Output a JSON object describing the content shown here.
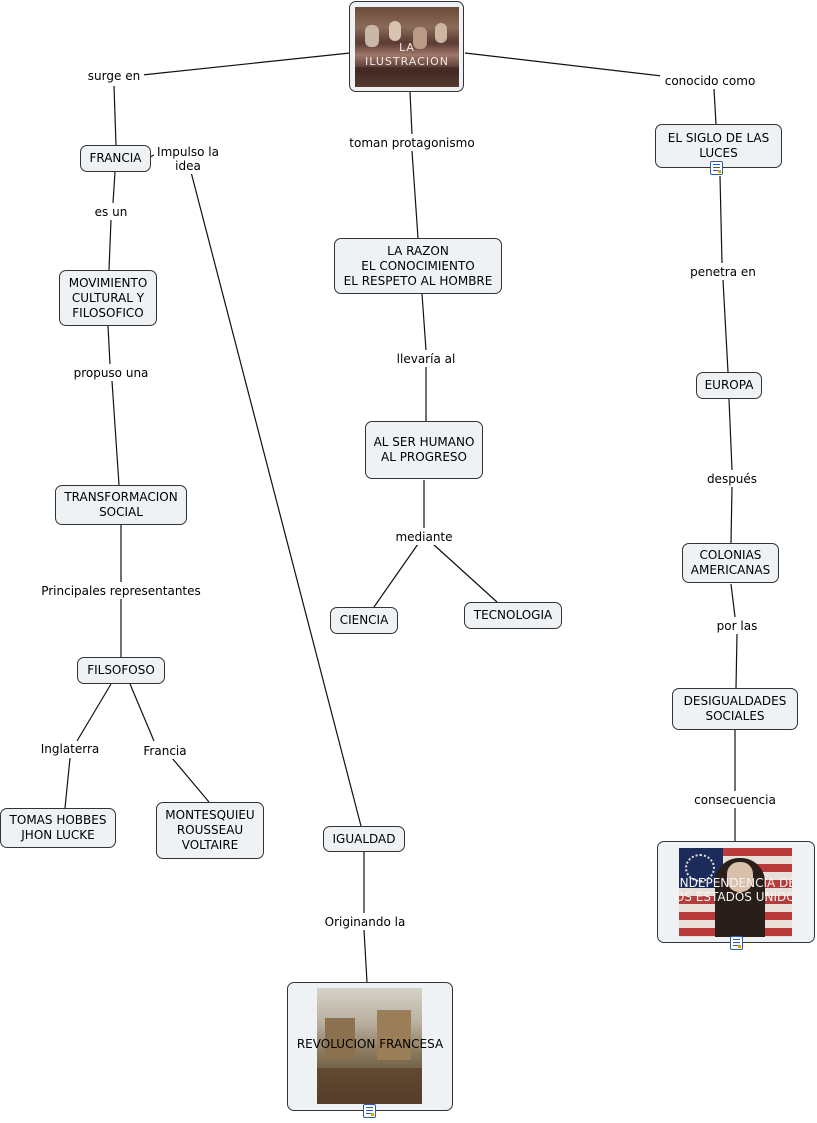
{
  "main_image": {
    "title": "LA ILUSTRACION"
  },
  "nodes": {
    "francia": "FRANCIA",
    "movimiento": "MOVIMIENTO\nCULTURAL Y\nFILOSOFICO",
    "transformacion": "TRANSFORMACION\nSOCIAL",
    "filsofoso": "FILSOFOSO",
    "tomas": "TOMAS HOBBES\nJHON LUCKE",
    "montesquieu": "MONTESQUIEU\nROUSSEAU\nVOLTAIRE",
    "igualdad": "IGUALDAD",
    "revolucion": "REVOLUCION FRANCESA",
    "razon": "LA RAZON\nEL CONOCIMIENTO\nEL RESPETO AL HOMBRE",
    "ser_humano": "AL SER HUMANO\nAL PROGRESO",
    "ciencia": "CIENCIA",
    "tecnologia": "TECNOLOGIA",
    "siglo": "EL SIGLO DE LAS\nLUCES",
    "europa": "EUROPA",
    "colonias": "COLONIAS\nAMERICANAS",
    "desigualdades": "DESIGUALDADES\nSOCIALES",
    "independencia": "INDEPENDENCIA DE\nLOS ESTADOS UNIDOS"
  },
  "labels": {
    "surge_en": "surge en",
    "es_un": "es un",
    "propuso_una": "propuso una",
    "principales": "Principales representantes",
    "inglaterra": "Inglaterra",
    "francia_lbl": "Francia",
    "impulso": "Impulso la\nidea",
    "originando": "Originando la",
    "toman": "toman protagonismo",
    "llevaria": "llevaría al",
    "mediante": "mediante",
    "conocido": "conocido como",
    "penetra": "penetra en",
    "despues": "después",
    "por_las": "por las",
    "consecuencia": "consecuencia"
  },
  "colors": {
    "node_fill": "#eef2f4",
    "node_border": "#333333",
    "line": "#111111",
    "icon_blue": "#2a5fa8"
  }
}
